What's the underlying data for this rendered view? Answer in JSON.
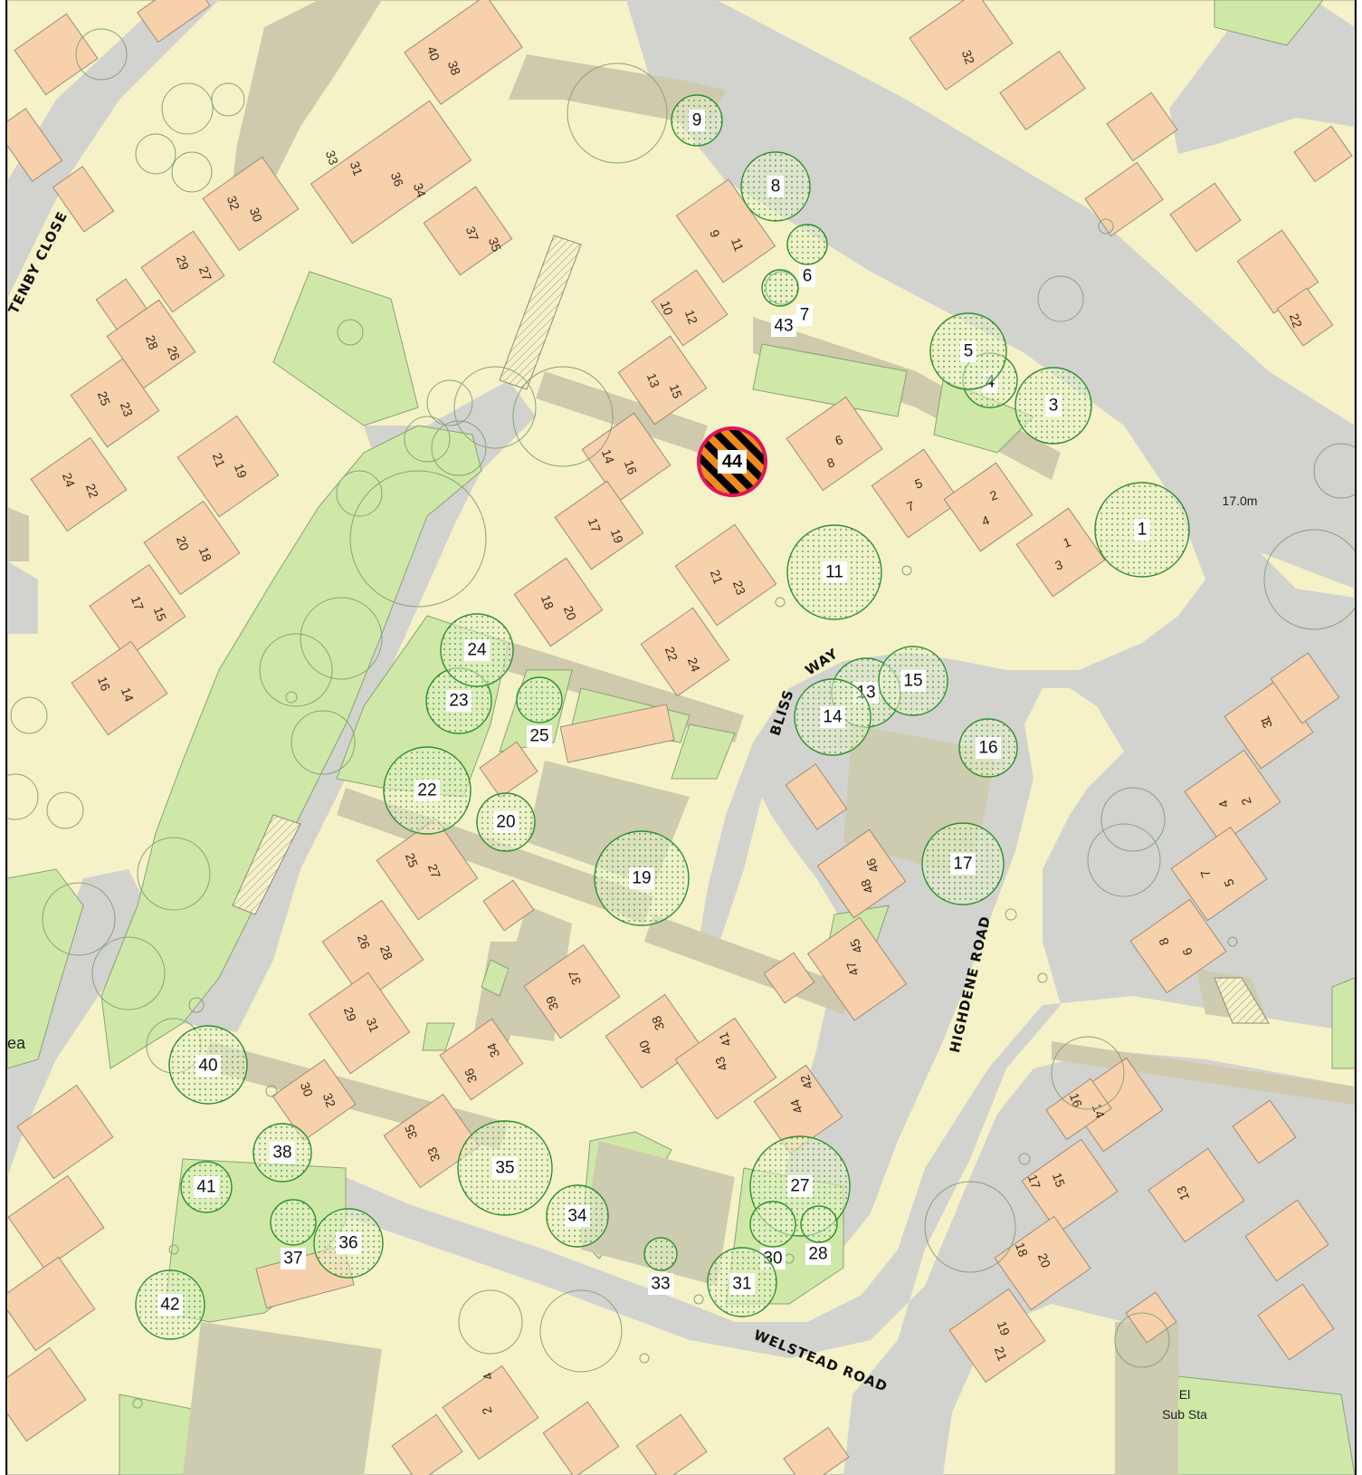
{
  "map": {
    "roads": [
      {
        "name": "TENBY CLOSE"
      },
      {
        "name": "BLISS"
      },
      {
        "name": "WAY"
      },
      {
        "name": "HIGHDENE ROAD"
      },
      {
        "name": "WELSTEAD ROAD"
      }
    ],
    "spot_labels": [
      {
        "text": "17.0m"
      },
      {
        "text": "ea"
      },
      {
        "text": "El"
      },
      {
        "text": "Sub Sta"
      }
    ],
    "highlight_tree": {
      "number": "44",
      "colors": {
        "ring": "#e0155b",
        "stripe_a": "#000000",
        "stripe_b": "#f08a1c"
      }
    },
    "trees": [
      {
        "n": "1"
      },
      {
        "n": "3"
      },
      {
        "n": "4"
      },
      {
        "n": "5"
      },
      {
        "n": "6"
      },
      {
        "n": "7"
      },
      {
        "n": "8"
      },
      {
        "n": "9"
      },
      {
        "n": "11"
      },
      {
        "n": "13"
      },
      {
        "n": "14"
      },
      {
        "n": "15"
      },
      {
        "n": "16"
      },
      {
        "n": "17"
      },
      {
        "n": "19"
      },
      {
        "n": "20"
      },
      {
        "n": "22"
      },
      {
        "n": "23"
      },
      {
        "n": "24"
      },
      {
        "n": "25"
      },
      {
        "n": "27"
      },
      {
        "n": "28"
      },
      {
        "n": "30"
      },
      {
        "n": "31"
      },
      {
        "n": "33"
      },
      {
        "n": "34"
      },
      {
        "n": "35"
      },
      {
        "n": "36"
      },
      {
        "n": "37"
      },
      {
        "n": "38"
      },
      {
        "n": "40"
      },
      {
        "n": "41"
      },
      {
        "n": "42"
      },
      {
        "n": "43"
      }
    ],
    "house_numbers": [
      "40",
      "38",
      "33",
      "31",
      "36",
      "34",
      "32",
      "30",
      "37",
      "35",
      "29",
      "27",
      "28",
      "26",
      "25",
      "23",
      "24",
      "22",
      "21",
      "19",
      "20",
      "18",
      "17",
      "15",
      "16",
      "14",
      "9",
      "11",
      "10",
      "12",
      "13",
      "15",
      "14",
      "16",
      "17",
      "19",
      "18",
      "20",
      "21",
      "23",
      "22",
      "24",
      "6",
      "8",
      "5",
      "7",
      "2",
      "4",
      "1",
      "3",
      "32",
      "22",
      "25",
      "27",
      "26",
      "28",
      "29",
      "31",
      "30",
      "32",
      "33",
      "35",
      "34",
      "36",
      "37",
      "39",
      "38",
      "40",
      "41",
      "43",
      "42",
      "44",
      "45",
      "47",
      "46",
      "48",
      "1",
      "2",
      "4",
      "5",
      "7",
      "6",
      "8",
      "3",
      "16",
      "14",
      "15",
      "17",
      "18",
      "20",
      "19",
      "21",
      "13",
      "4",
      "2"
    ],
    "legend_colors": {
      "road": "#d2d3cf",
      "building": "#f7d1ac",
      "garden": "#f6f2c8",
      "green": "#cfe8a8",
      "footway": "#cfc9ad",
      "canopy": "#2f8f2f"
    }
  }
}
